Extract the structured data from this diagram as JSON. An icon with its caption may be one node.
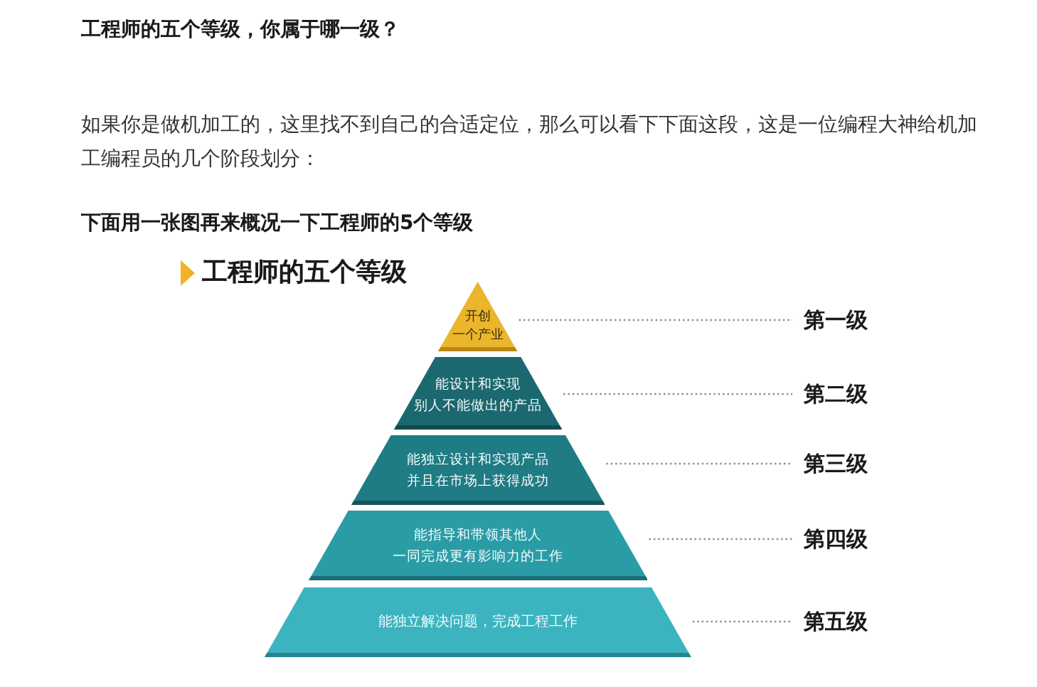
{
  "diagram": {
    "title": "工程师的五个等级，你属于哪一级？",
    "nodes": [
      {
        "text": [
          "开创一个产业"
        ]
      },
      {
        "text": [
          "能设计和实现别人不能做出的产品"
        ]
      },
      {
        "text": [
          "能独立设计和实现产品并且在市场上获得成功"
        ]
      },
      {
        "text": [
          "能指导和带领其他人一同完成更有影响力的工作"
        ]
      },
      {
        "text": [
          "能独立解决问题，完成工程工作"
        ]
      },
      {
        "text": [
          "第一级"
        ]
      },
      {
        "text": [
          "第二级"
        ]
      },
      {
        "text": [
          "第三级"
        ]
      },
      {
        "text": [
          "第四级"
        ]
      },
      {
        "text": [
          "第五级"
        ]
      }
    ],
    "edges": [
      {
        "from": 0,
        "to": 5,
        "arrow": "none",
        "style": "dashed"
      },
      {
        "from": 1,
        "to": 6,
        "arrow": "none",
        "style": "dashed"
      },
      {
        "from": 2,
        "to": 7,
        "arrow": "none",
        "style": "dashed"
      },
      {
        "from": 3,
        "to": 8,
        "arrow": "none",
        "style": "dashed"
      },
      {
        "from": 4,
        "to": 9,
        "arrow": "none",
        "style": "dashed"
      }
    ],
    "labels": [
      "如果你是做机加工的，这里找不到自己的合适定位，那么可以看下下面这段，这是一位编程大神给机加工编程员的几个阶段划分：",
      "下面用一张图再来概况一下工程师的5个等级",
      "工程师的五个等级"
    ]
  }
}
